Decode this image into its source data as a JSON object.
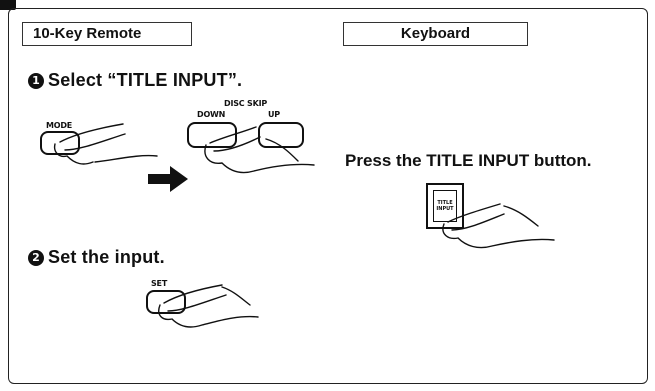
{
  "columns": {
    "left_header": "10-Key Remote",
    "right_header": "Keyboard"
  },
  "steps": [
    {
      "number": "1",
      "text": "Select “TITLE INPUT”."
    },
    {
      "number": "2",
      "text": "Set the input."
    }
  ],
  "remote_labels": {
    "mode": "MODE",
    "disc_skip": "DISC SKIP",
    "down": "DOWN",
    "up": "UP",
    "set": "SET"
  },
  "keyboard": {
    "instruction": "Press the TITLE INPUT button.",
    "button_label_line1": "TITLE",
    "button_label_line2": "INPUT"
  }
}
